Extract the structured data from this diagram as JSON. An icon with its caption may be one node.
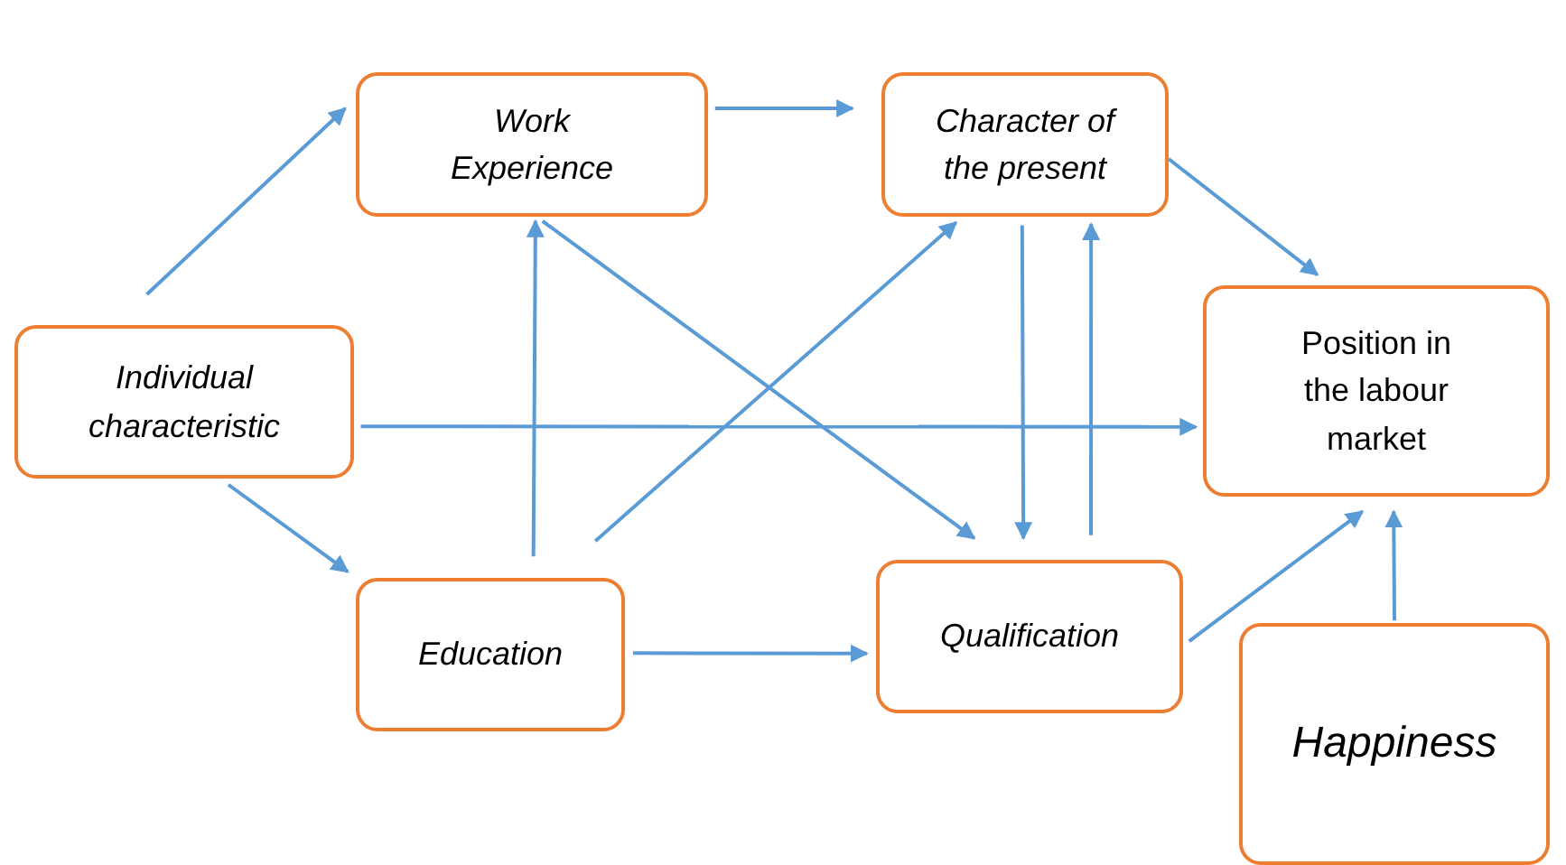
{
  "diagram": {
    "nodes": [
      {
        "text": [
          "Individual characteristic"
        ]
      },
      {
        "text": [
          "Work Experience"
        ]
      },
      {
        "text": [
          "Character of the present"
        ]
      },
      {
        "text": [
          "Position in the labour market"
        ]
      },
      {
        "text": [
          "Education"
        ]
      },
      {
        "text": [
          "Qualification"
        ]
      },
      {
        "text": [
          "Happiness"
        ]
      }
    ],
    "edges": [
      {
        "from": 0,
        "to": 1,
        "arrow": "to"
      },
      {
        "from": 0,
        "to": 3,
        "arrow": "to"
      },
      {
        "from": 0,
        "to": 4,
        "arrow": "to"
      },
      {
        "from": 1,
        "to": 2,
        "arrow": "to"
      },
      {
        "from": 4,
        "to": 1,
        "arrow": "to"
      },
      {
        "from": 4,
        "to": 2,
        "arrow": "to"
      },
      {
        "from": 1,
        "to": 5,
        "arrow": "to"
      },
      {
        "from": 2,
        "to": 5,
        "arrow": "to"
      },
      {
        "from": 5,
        "to": 2,
        "arrow": "to"
      },
      {
        "from": 2,
        "to": 3,
        "arrow": "to"
      },
      {
        "from": 4,
        "to": 5,
        "arrow": "to"
      },
      {
        "from": 5,
        "to": 3,
        "arrow": "to"
      },
      {
        "from": 6,
        "to": 3,
        "arrow": "to"
      }
    ]
  }
}
